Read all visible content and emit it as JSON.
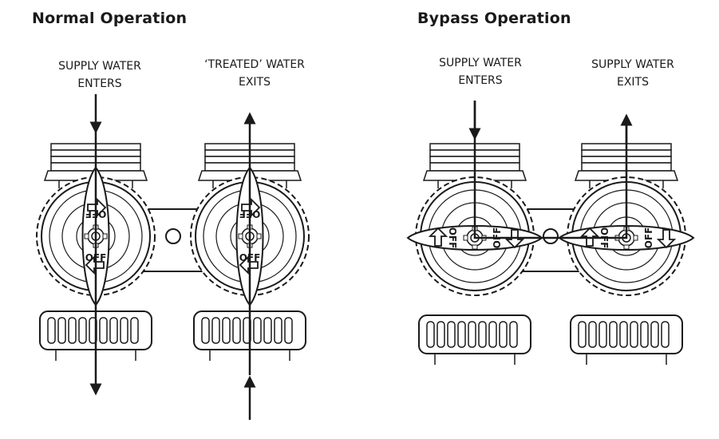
{
  "normal": {
    "title": "Normal Operation",
    "left_label": [
      "SUPPLY WATER",
      "ENTERS"
    ],
    "right_label": [
      "‘TREATED’ WATER",
      "EXITS"
    ]
  },
  "bypass": {
    "title": "Bypass Operation",
    "left_label": [
      "SUPPLY WATER",
      "ENTERS"
    ],
    "right_label": [
      "SUPPLY WATER",
      "EXITS"
    ]
  },
  "valve_text": "OFF"
}
